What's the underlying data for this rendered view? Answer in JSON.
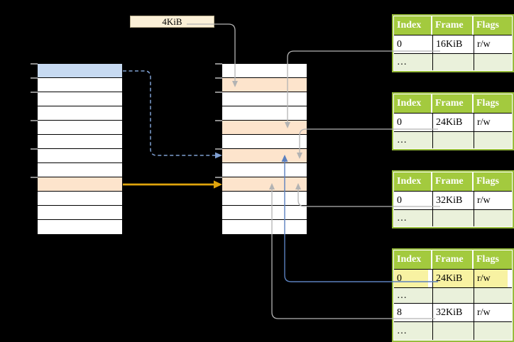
{
  "diagram": {
    "page_size_label": "4KiB",
    "left_column": {
      "rows": [
        "blue",
        "white",
        "white",
        "white",
        "white",
        "white",
        "white",
        "white",
        "orange",
        "white",
        "white",
        "white"
      ]
    },
    "middle_column": {
      "rows": [
        "white",
        "orange",
        "white",
        "white",
        "orange",
        "white",
        "orange",
        "white",
        "orange",
        "white",
        "white",
        "white"
      ]
    },
    "tick_offsets": [
      0,
      20,
      40,
      80,
      120,
      160
    ],
    "tables": [
      {
        "headers": [
          "Index",
          "Frame",
          "Flags"
        ],
        "rows": [
          {
            "cells": [
              "0",
              "16KiB",
              "r/w"
            ],
            "variant": "plain"
          },
          {
            "cells": [
              "…",
              "",
              ""
            ],
            "variant": "dots"
          }
        ]
      },
      {
        "headers": [
          "Index",
          "Frame",
          "Flags"
        ],
        "rows": [
          {
            "cells": [
              "0",
              "24KiB",
              "r/w"
            ],
            "variant": "plain"
          },
          {
            "cells": [
              "…",
              "",
              ""
            ],
            "variant": "dots"
          }
        ]
      },
      {
        "headers": [
          "Index",
          "Frame",
          "Flags"
        ],
        "rows": [
          {
            "cells": [
              "0",
              "32KiB",
              "r/w"
            ],
            "variant": "plain"
          },
          {
            "cells": [
              "…",
              "",
              ""
            ],
            "variant": "dots"
          }
        ]
      },
      {
        "headers": [
          "Index",
          "Frame",
          "Flags"
        ],
        "rows": [
          {
            "cells": [
              "0",
              "24KiB",
              "r/w"
            ],
            "variant": "highlight"
          },
          {
            "cells": [
              "…",
              "",
              ""
            ],
            "variant": "dots"
          },
          {
            "cells": [
              "8",
              "32KiB",
              "r/w"
            ],
            "variant": "plain"
          },
          {
            "cells": [
              "…",
              "",
              ""
            ],
            "variant": "dots"
          }
        ]
      }
    ],
    "colors": {
      "header_green": "#A3CA3E",
      "table_border": "#97BC3B",
      "row_green": "#EAF1DB",
      "orange_row": "#FDE4CC",
      "blue_row": "#C7DAF1",
      "highlight_yellow": "#F8F2A2",
      "box_cream": "#FBF0D7",
      "box_border": "#B9AE8E",
      "connector_gray": "#B3B3B3",
      "arrow_blue": "#5B80BE",
      "arrow_blue_dashed": "#7F9FD1",
      "arrow_orange": "#E0A40C",
      "tick_gray": "#8C8C8C"
    }
  }
}
